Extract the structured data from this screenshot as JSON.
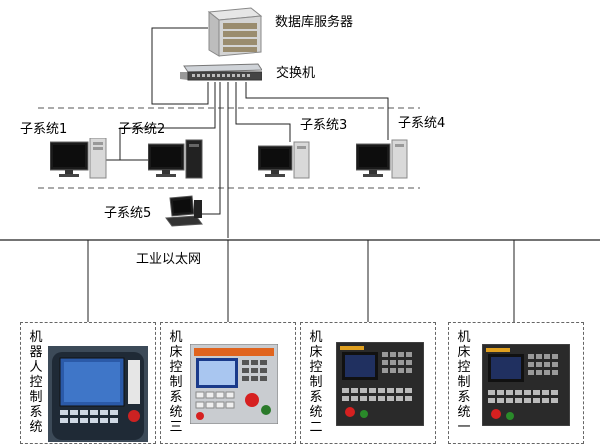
{
  "server": {
    "label": "数据库服务器"
  },
  "switch": {
    "label": "交换机"
  },
  "subsystems": [
    {
      "label": "子系统1"
    },
    {
      "label": "子系统2"
    },
    {
      "label": "子系统3"
    },
    {
      "label": "子系统4"
    },
    {
      "label": "子系统5"
    }
  ],
  "network": {
    "label": "工业以太网"
  },
  "control_systems": [
    {
      "label": "机器人控制系统"
    },
    {
      "label": "机床控制系统三"
    },
    {
      "label": "机床控制系统二"
    },
    {
      "label": "机床控制系统一"
    }
  ],
  "colors": {
    "line": "#222222",
    "dash": "#555555",
    "screen_blue": "#1a3a8a",
    "panel_orange": "#e0641e"
  }
}
